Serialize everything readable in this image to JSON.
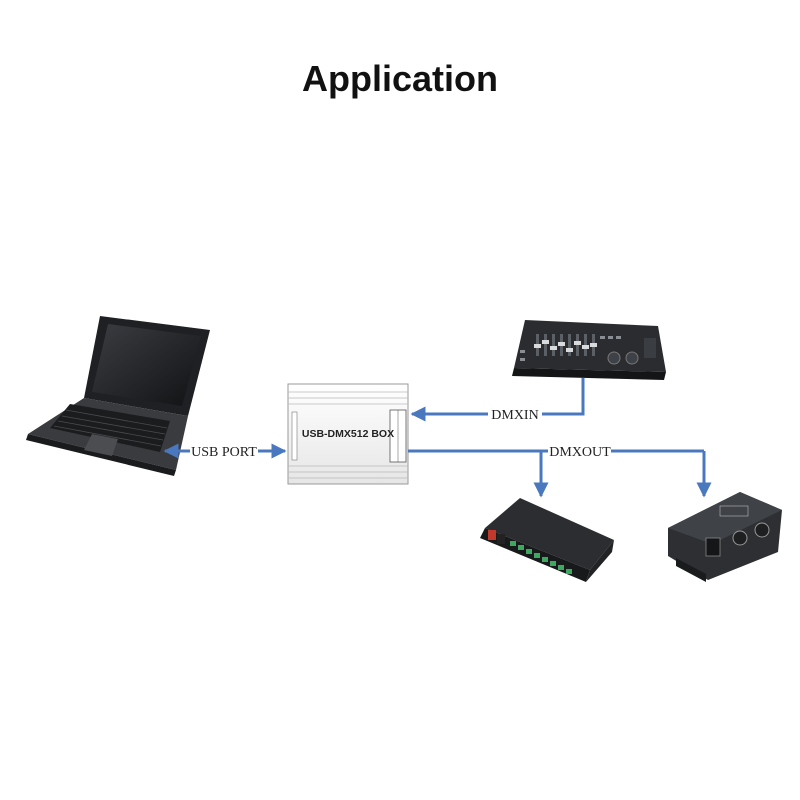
{
  "title": "Application",
  "labels": {
    "usb_port": "USB PORT",
    "dmx_in": "DMXIN",
    "dmx_out": "DMXOUT",
    "box_name": "USB-DMX512 BOX"
  },
  "colors": {
    "arrow": "#4a78bf",
    "device_dark": "#2a2c2f",
    "box_body": "#f4f4f4"
  },
  "icons": {
    "laptop": "laptop-icon",
    "console": "dmx-console-icon",
    "decoder": "dmx-decoder-icon",
    "splitter": "dmx-splitter-icon"
  }
}
